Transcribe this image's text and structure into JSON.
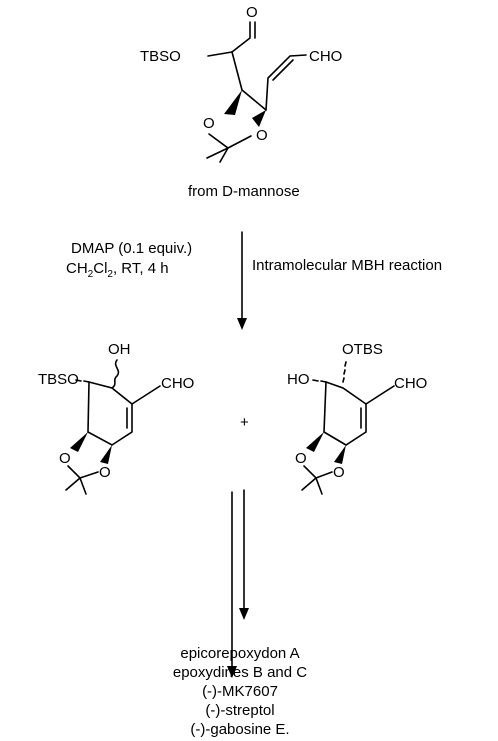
{
  "start_material": {
    "labels": {
      "tbso": "TBSO",
      "o_ald": "O",
      "cho": "CHO",
      "o1": "O",
      "o2": "O"
    },
    "source": "from D-mannose"
  },
  "conditions": {
    "reagent": "DMAP (0.1 equiv.)",
    "solvent_prefix": "CH",
    "solvent_sub1": "2",
    "solvent_mid": "Cl",
    "solvent_sub2": "2",
    "solvent_suffix": ", RT,  4 h",
    "reaction_name": "Intramolecular MBH reaction"
  },
  "product_left": {
    "labels": {
      "oh": "OH",
      "tbso": "TBSO",
      "cho": "CHO",
      "o1": "O",
      "o2": "O"
    }
  },
  "plus_sign": "+",
  "product_right": {
    "labels": {
      "otbs": "OTBS",
      "ho": "HO",
      "cho": "CHO",
      "o1": "O",
      "o2": "O"
    }
  },
  "targets": [
    "epicorepoxydon A",
    "epoxydines B and C",
    "(-)-MK7607",
    "(-)-streptol",
    "(-)-gabosine E."
  ]
}
